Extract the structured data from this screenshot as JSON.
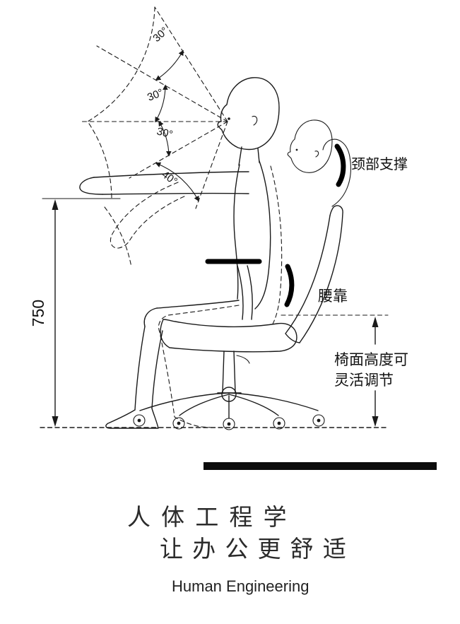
{
  "diagram": {
    "angle_labels": [
      "30°",
      "30°",
      "30°",
      "40°"
    ],
    "height_dimension": "750",
    "annotations": {
      "neck_support": "颈部支撑",
      "lumbar_support": "腰靠",
      "seat_height_line1": "椅面高度可",
      "seat_height_line2": "灵活调节"
    }
  },
  "title": {
    "heading_line1": "人 体 工 程 学",
    "heading_line2": "让 办 公 更 舒 适",
    "subtitle": "Human Engineering"
  },
  "colors": {
    "line": "#1a1a1a",
    "accent_pad": "#000000",
    "divider_bar": "#0c0c0c",
    "background": "#ffffff"
  }
}
